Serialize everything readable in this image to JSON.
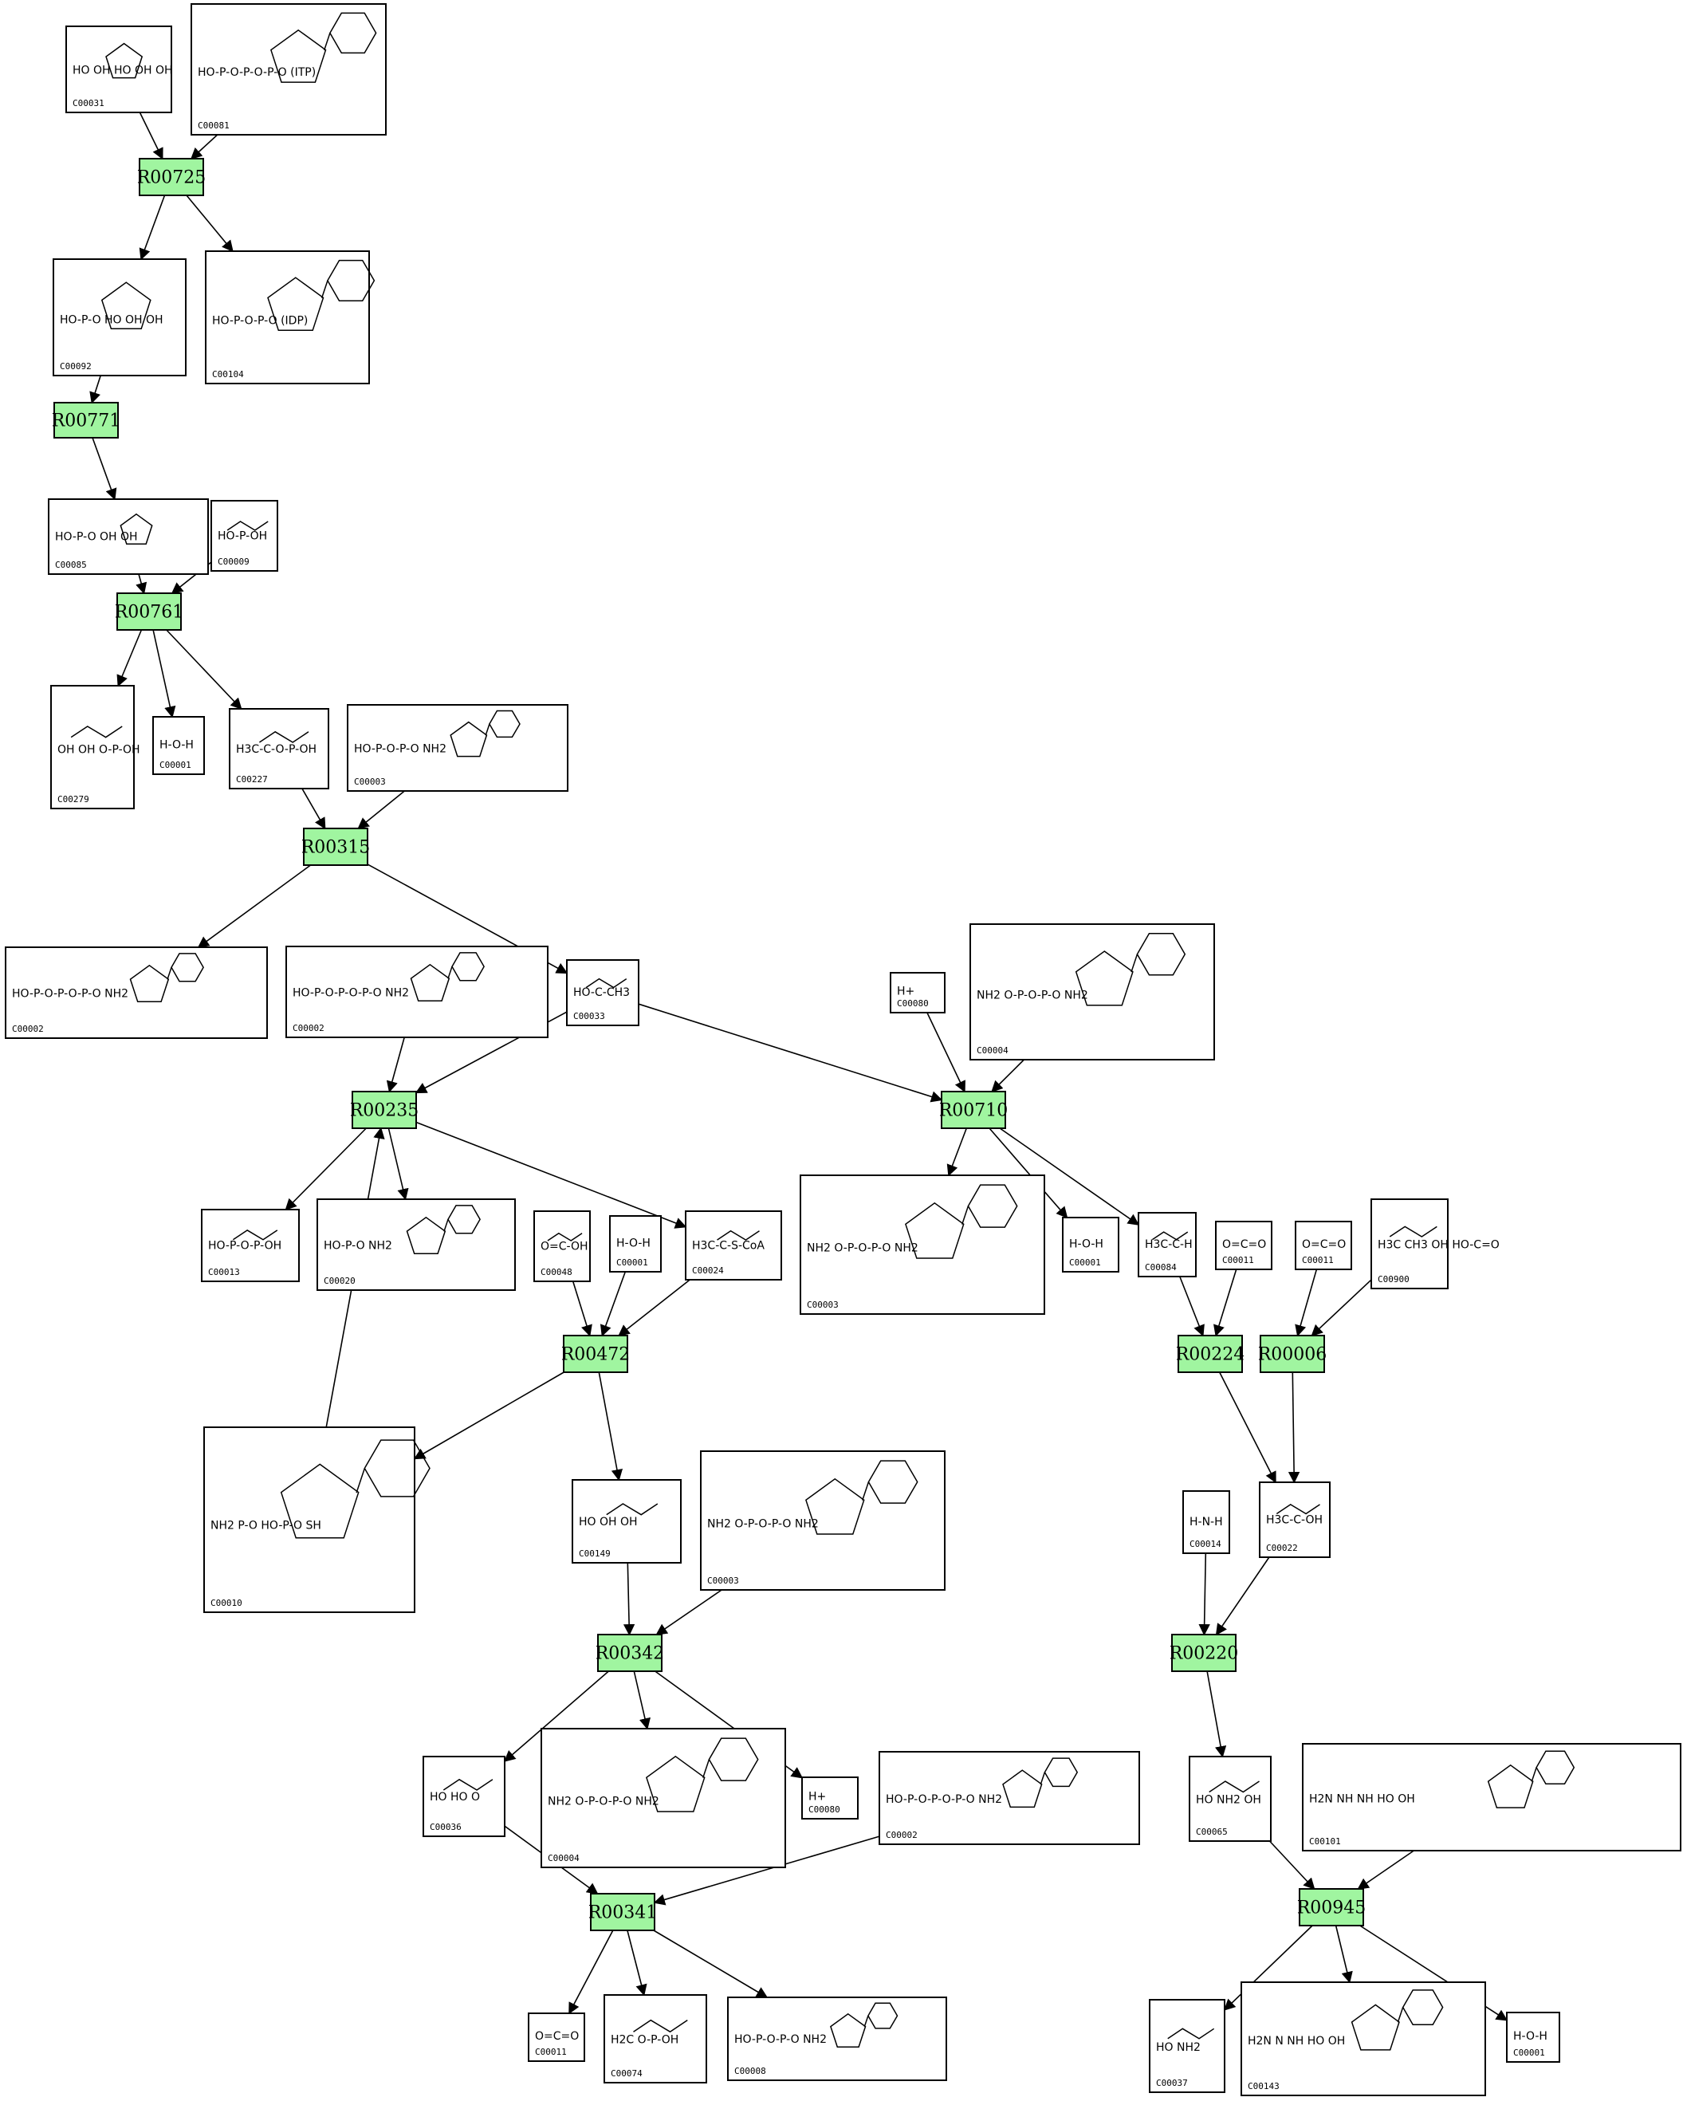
{
  "reactions": [
    {
      "id": "R00725",
      "label": "R00725"
    },
    {
      "id": "R00771",
      "label": "R00771"
    },
    {
      "id": "R00761",
      "label": "R00761"
    },
    {
      "id": "R00315",
      "label": "R00315"
    },
    {
      "id": "R00235",
      "label": "R00235"
    },
    {
      "id": "R00710",
      "label": "R00710"
    },
    {
      "id": "R00472",
      "label": "R00472"
    },
    {
      "id": "R00224",
      "label": "R00224"
    },
    {
      "id": "R00006",
      "label": "R00006"
    },
    {
      "id": "R00342",
      "label": "R00342"
    },
    {
      "id": "R00220",
      "label": "R00220"
    },
    {
      "id": "R00341",
      "label": "R00341"
    },
    {
      "id": "R00945",
      "label": "R00945"
    }
  ],
  "compounds": [
    {
      "key": "c1",
      "id": "C00031",
      "formula": "HO  OH  HO  OH  OH",
      "glyph": "ring"
    },
    {
      "key": "c2",
      "id": "C00081",
      "formula": "HO-P-O-P-O-P-O  (ITP)",
      "glyph": "nucleotide"
    },
    {
      "key": "c3",
      "id": "C00092",
      "formula": "HO-P-O  HO  OH  OH",
      "glyph": "ring"
    },
    {
      "key": "c4",
      "id": "C00104",
      "formula": "HO-P-O-P-O  (IDP)",
      "glyph": "nucleotide"
    },
    {
      "key": "c5",
      "id": "C00085",
      "formula": "HO-P-O  OH  OH",
      "glyph": "ring"
    },
    {
      "key": "c6",
      "id": "C00009",
      "formula": "HO-P-OH",
      "glyph": "phosphate"
    },
    {
      "key": "c7",
      "id": "C00279",
      "formula": "OH OH O-P-OH",
      "glyph": "chain"
    },
    {
      "key": "c8",
      "id": "C00001",
      "formula": "H-O-H",
      "glyph": "small"
    },
    {
      "key": "c9",
      "id": "C00227",
      "formula": "H3C-C-O-P-OH",
      "glyph": "chain"
    },
    {
      "key": "c10",
      "id": "C00003",
      "formula": "HO-P-O-P-O  NH2",
      "glyph": "nucleotide"
    },
    {
      "key": "c11",
      "id": "C00002",
      "formula": "HO-P-O-P-O-P-O  NH2",
      "glyph": "nucleotide"
    },
    {
      "key": "c12",
      "id": "C00002",
      "formula": "HO-P-O-P-O-P-O  NH2",
      "glyph": "nucleotide"
    },
    {
      "key": "c13",
      "id": "C00033",
      "formula": "HO-C-CH3",
      "glyph": "chain"
    },
    {
      "key": "c14",
      "id": "C00080",
      "formula": "H+",
      "glyph": "small"
    },
    {
      "key": "c15",
      "id": "C00004",
      "formula": "NH2  O-P-O-P-O  NH2",
      "glyph": "nucleotide"
    },
    {
      "key": "c16",
      "id": "C00013",
      "formula": "HO-P-O-P-OH",
      "glyph": "phosphate"
    },
    {
      "key": "c17",
      "id": "C00020",
      "formula": "HO-P-O  NH2",
      "glyph": "nucleotide"
    },
    {
      "key": "c18",
      "id": "C00048",
      "formula": "O=C-OH",
      "glyph": "chain"
    },
    {
      "key": "c19",
      "id": "C00001",
      "formula": "H-O-H",
      "glyph": "small"
    },
    {
      "key": "c20",
      "id": "C00024",
      "formula": "H3C-C-S-CoA",
      "glyph": "chain"
    },
    {
      "key": "c21",
      "id": "C00003",
      "formula": "NH2  O-P-O-P-O  NH2",
      "glyph": "nucleotide"
    },
    {
      "key": "c22",
      "id": "C00001",
      "formula": "H-O-H",
      "glyph": "small"
    },
    {
      "key": "c23",
      "id": "C00084",
      "formula": "H3C-C-H",
      "glyph": "chain"
    },
    {
      "key": "c24",
      "id": "C00011",
      "formula": "O=C=O",
      "glyph": "small"
    },
    {
      "key": "c25",
      "id": "C00011",
      "formula": "O=C=O",
      "glyph": "small"
    },
    {
      "key": "c26",
      "id": "C00900",
      "formula": "H3C CH3 OH  HO-C=O",
      "glyph": "chain"
    },
    {
      "key": "c27",
      "id": "C00010",
      "formula": "NH2  P-O  HO-P-O  SH",
      "glyph": "coa"
    },
    {
      "key": "c28",
      "id": "C00149",
      "formula": "HO  OH  OH",
      "glyph": "chain"
    },
    {
      "key": "c29",
      "id": "C00003",
      "formula": "NH2  O-P-O-P-O  NH2",
      "glyph": "nucleotide"
    },
    {
      "key": "c30",
      "id": "C00014",
      "formula": "H-N-H",
      "glyph": "small"
    },
    {
      "key": "c31",
      "id": "C00022",
      "formula": "H3C-C-OH",
      "glyph": "chain"
    },
    {
      "key": "c32",
      "id": "C00036",
      "formula": "HO  HO  O",
      "glyph": "chain"
    },
    {
      "key": "c33",
      "id": "C00004",
      "formula": "NH2  O-P-O-P-O  NH2",
      "glyph": "nucleotide"
    },
    {
      "key": "c34",
      "id": "C00080",
      "formula": "H+",
      "glyph": "small"
    },
    {
      "key": "c35",
      "id": "C00002",
      "formula": "HO-P-O-P-O-P-O  NH2",
      "glyph": "nucleotide"
    },
    {
      "key": "c36",
      "id": "C00065",
      "formula": "HO  NH2  OH",
      "glyph": "chain"
    },
    {
      "key": "c37",
      "id": "C00101",
      "formula": "H2N  NH  NH  HO  OH",
      "glyph": "folate"
    },
    {
      "key": "c38",
      "id": "C00011",
      "formula": "O=C=O",
      "glyph": "small"
    },
    {
      "key": "c39",
      "id": "C00074",
      "formula": "H2C  O-P-OH",
      "glyph": "chain"
    },
    {
      "key": "c40",
      "id": "C00008",
      "formula": "HO-P-O-P-O  NH2",
      "glyph": "nucleotide"
    },
    {
      "key": "c41",
      "id": "C00037",
      "formula": "HO  NH2",
      "glyph": "chain"
    },
    {
      "key": "c42",
      "id": "C00143",
      "formula": "H2N  N  NH  HO  OH",
      "glyph": "folate"
    },
    {
      "key": "c43",
      "id": "C00001",
      "formula": "H-O-H",
      "glyph": "small"
    }
  ]
}
